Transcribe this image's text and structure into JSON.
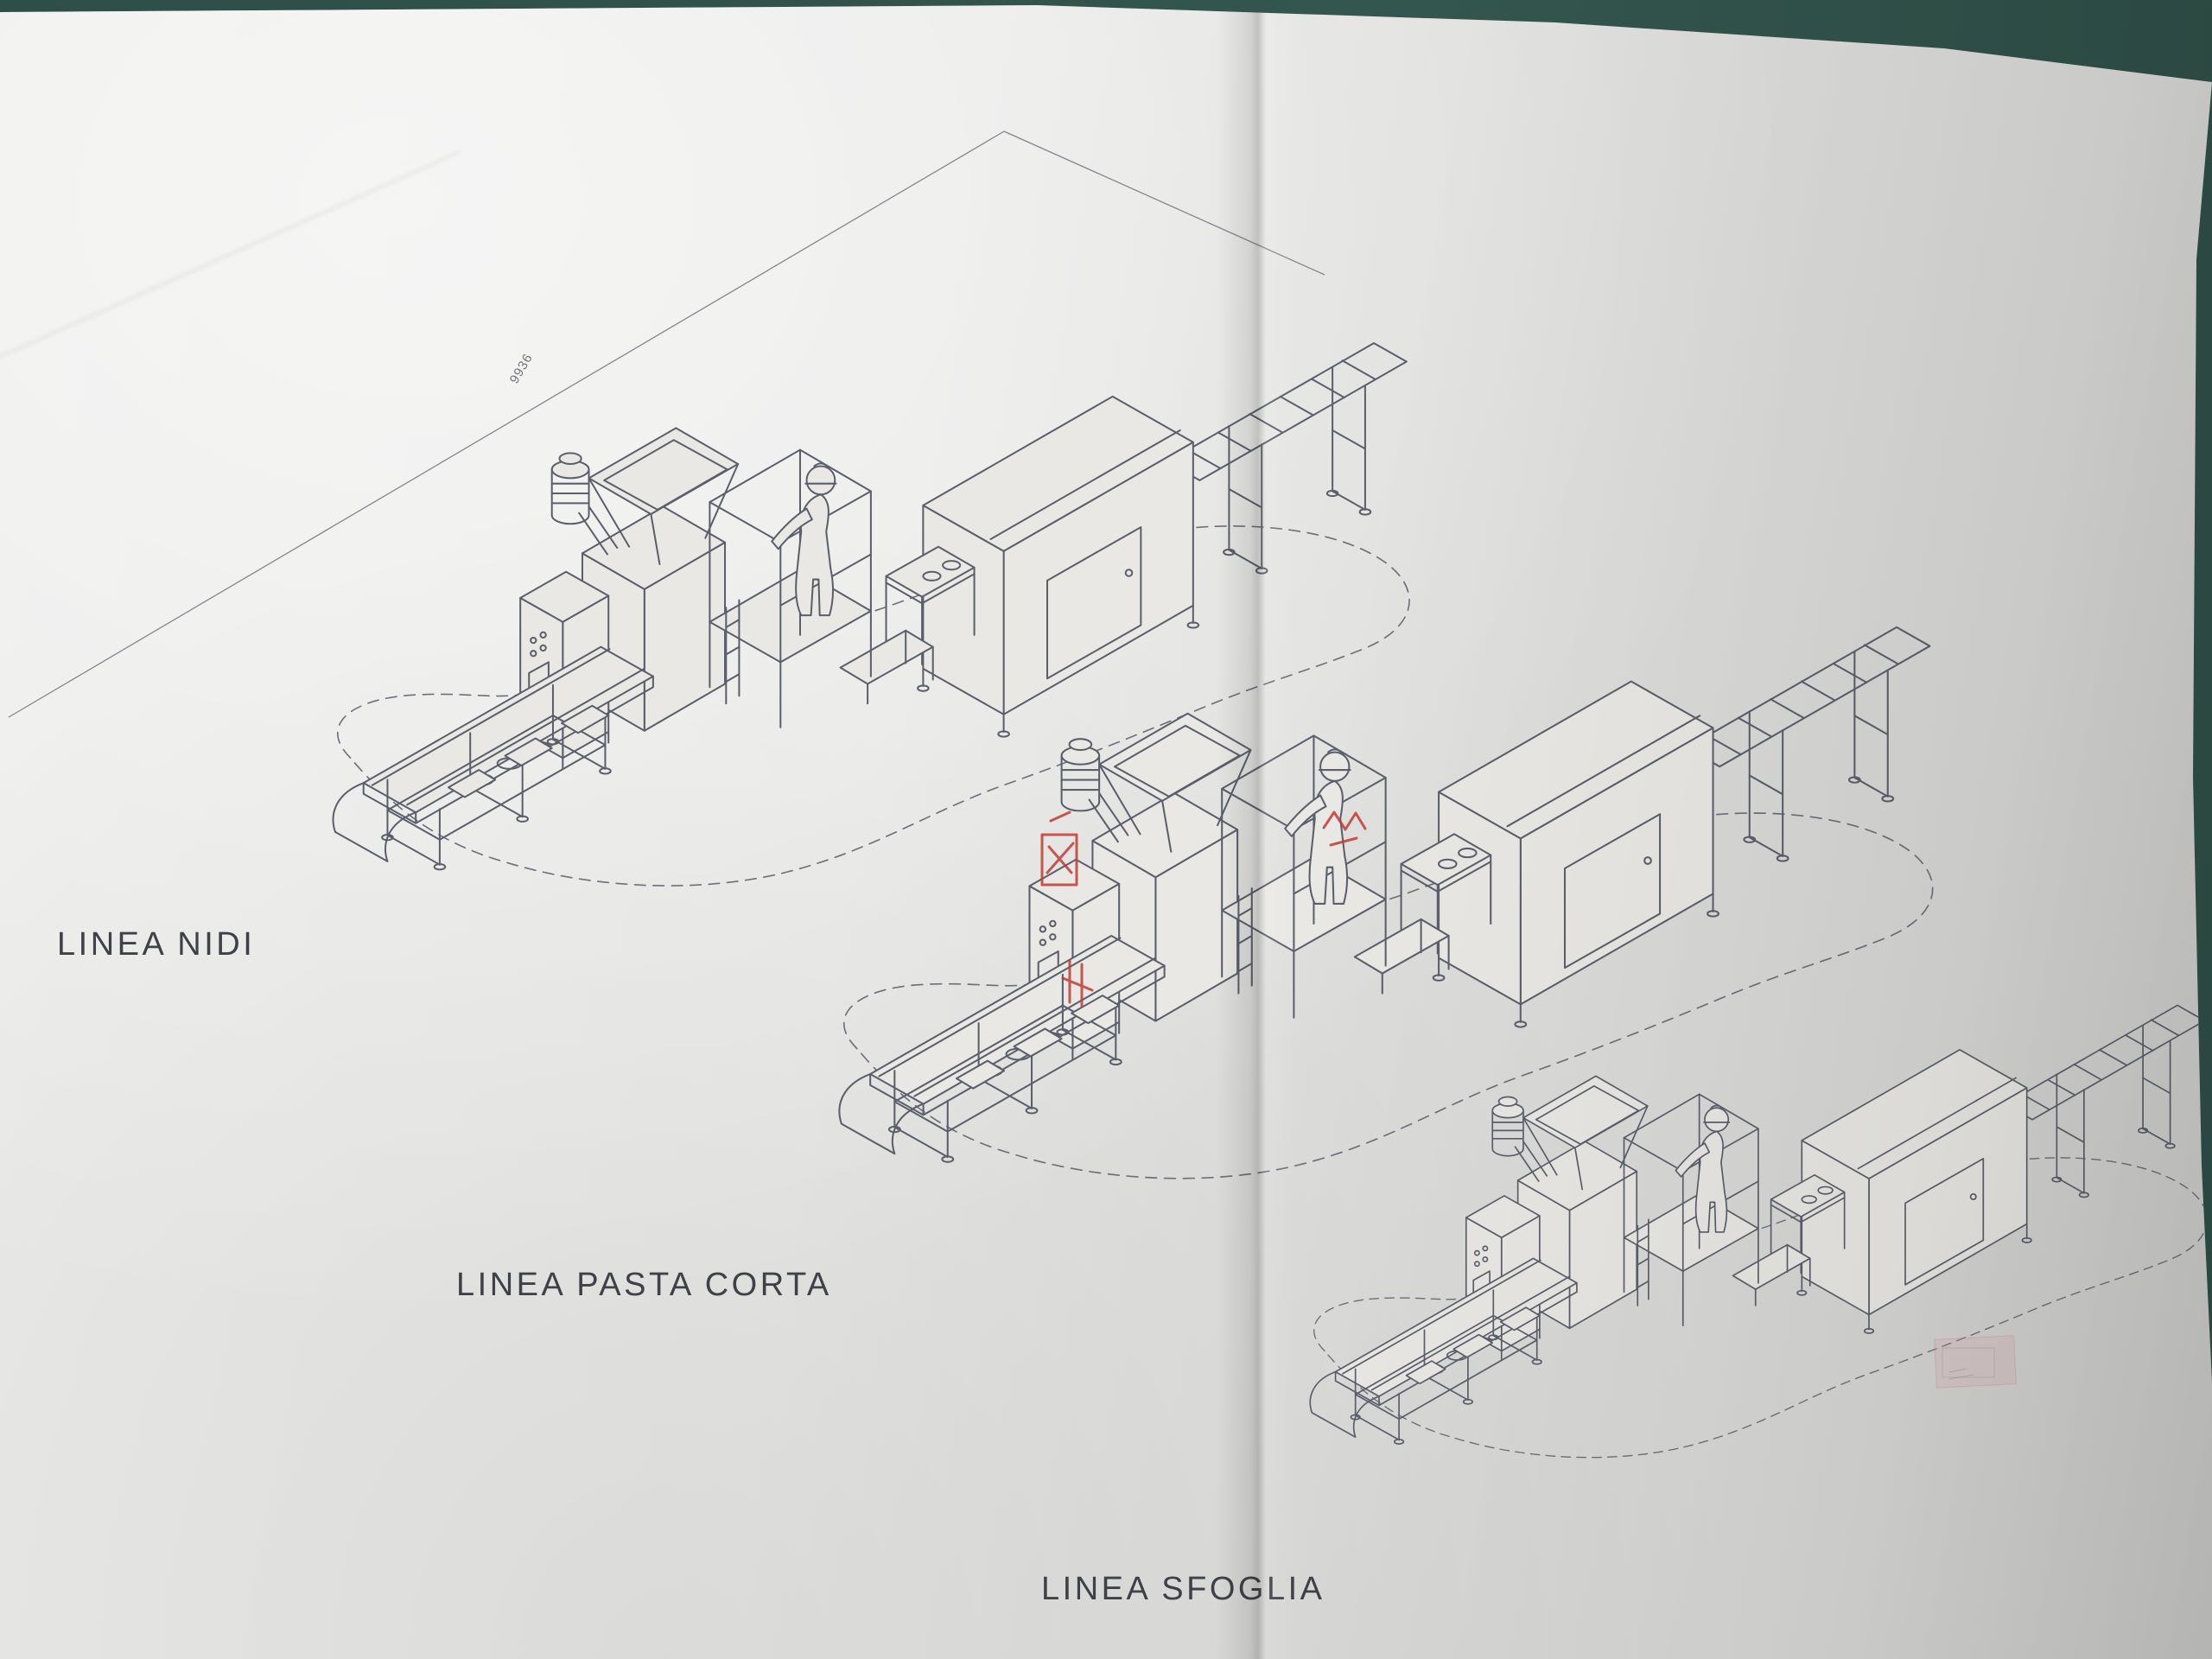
{
  "photo": {
    "description": "Photographed technical drawing sheet with three isometric pasta production line diagrams",
    "labels": {
      "line1": "LINEA NIDI",
      "line2": "LINEA PASTA CORTA",
      "line3": "LINEA SFOGLIA"
    },
    "dimension_label": "9936",
    "colors": {
      "table_background": "#2F4F48",
      "paper": "#E8E8E6",
      "ink": "#5A5F6B",
      "red_annotation": "#C23C36",
      "label_text": "#3E4147"
    }
  }
}
